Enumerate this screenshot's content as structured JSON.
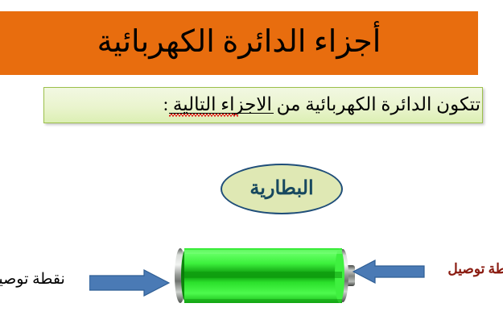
{
  "slide": {
    "title": "أجزاء الدائرة الكهربائية",
    "title_bg_color": "#e86d0e",
    "intro_text": "تتكون الدائرة الكهربائية من الاجزاء التالية :",
    "intro_box_border_color": "#9cc04b",
    "intro_box_fill_color": "#eaf4ce",
    "component_label": "البطارية",
    "component_label_text_color": "#17485f",
    "component_label_fill_color": "#dfe8b4",
    "component_label_border_color": "#1f4e79",
    "callout_left": "نقطة توصيل",
    "callout_left_color": "#000000",
    "callout_right": "نقطة توصيل",
    "callout_right_color": "#8a1b10",
    "arrow_color": "#4a7ab5",
    "arrow_border_color": "#2e5e94",
    "battery_body_color": "#22dd22",
    "battery_cap_color": "#b9bdb9"
  }
}
